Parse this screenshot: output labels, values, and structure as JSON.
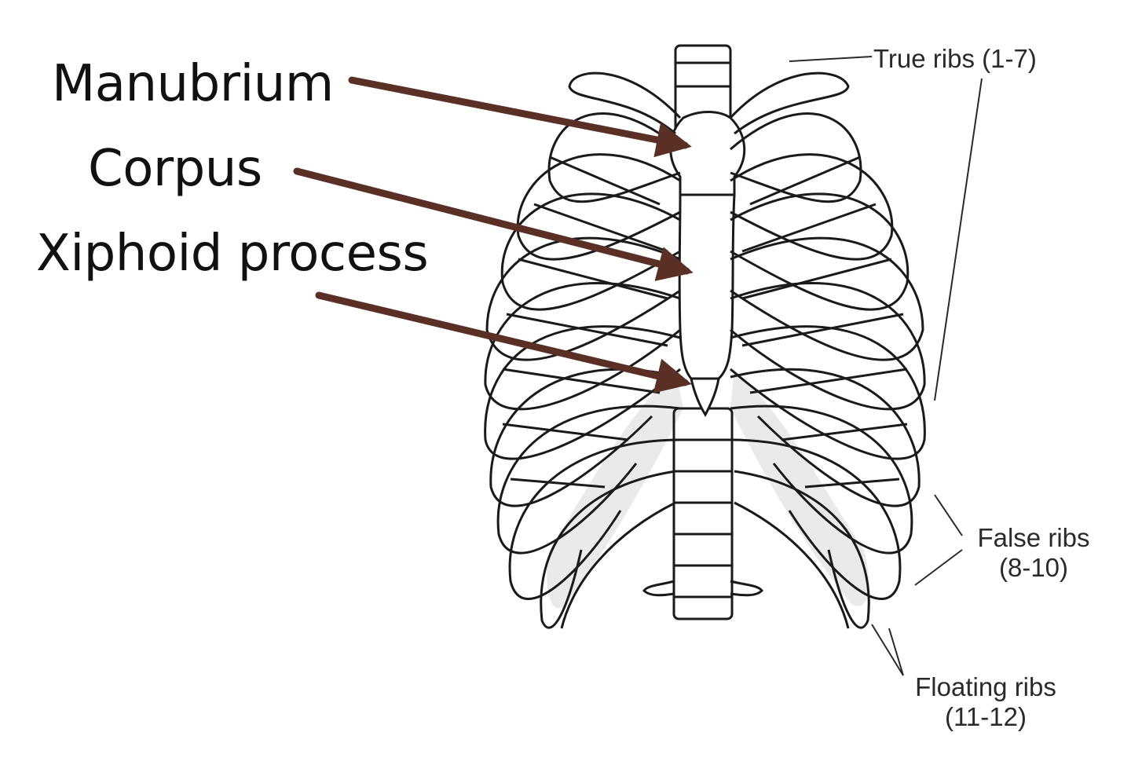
{
  "labels": {
    "manubrium": "Manubrium",
    "corpus": "Corpus",
    "xiphoid": "Xiphoid process",
    "true_ribs": "True ribs (1-7)",
    "false_ribs_line1": "False ribs",
    "false_ribs_line2": "(8-10)",
    "floating_ribs_line1": "Floating ribs",
    "floating_ribs_line2": "(11-12)"
  },
  "colors": {
    "arrow": "#5a3026",
    "line_art": "#1a1a1a",
    "cartilage_shade": "#d8d8d8"
  }
}
